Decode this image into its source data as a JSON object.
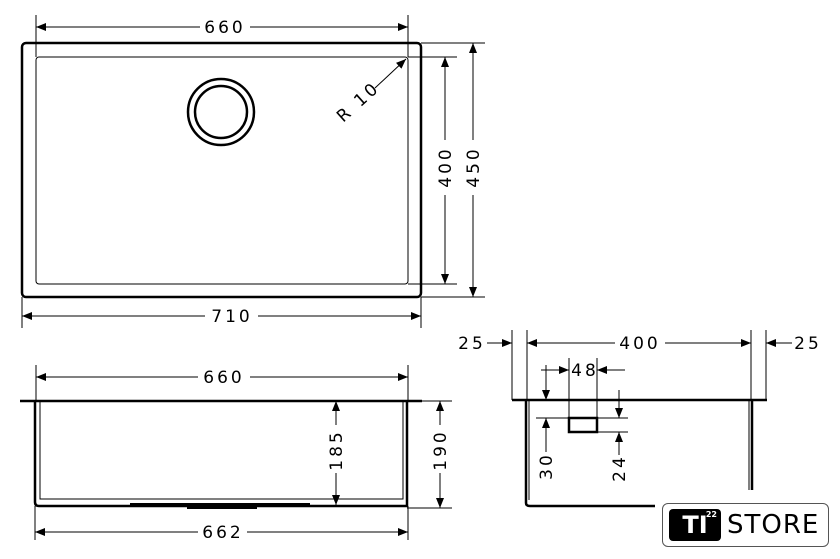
{
  "top_view": {
    "width_inner": "660",
    "width_outer": "710",
    "depth_inner": "400",
    "depth_outer": "450",
    "radius": "R 10"
  },
  "front_view": {
    "width_top": "660",
    "width_bottom": "662",
    "depth_inner": "185",
    "depth_outer": "190"
  },
  "side_view": {
    "left_margin": "25",
    "depth": "400",
    "right_margin": "25",
    "overflow_width": "48",
    "overflow_offset": "30",
    "overflow_height": "24"
  },
  "logo": {
    "mark": "TI",
    "superscript": "22",
    "text": "STORE"
  }
}
